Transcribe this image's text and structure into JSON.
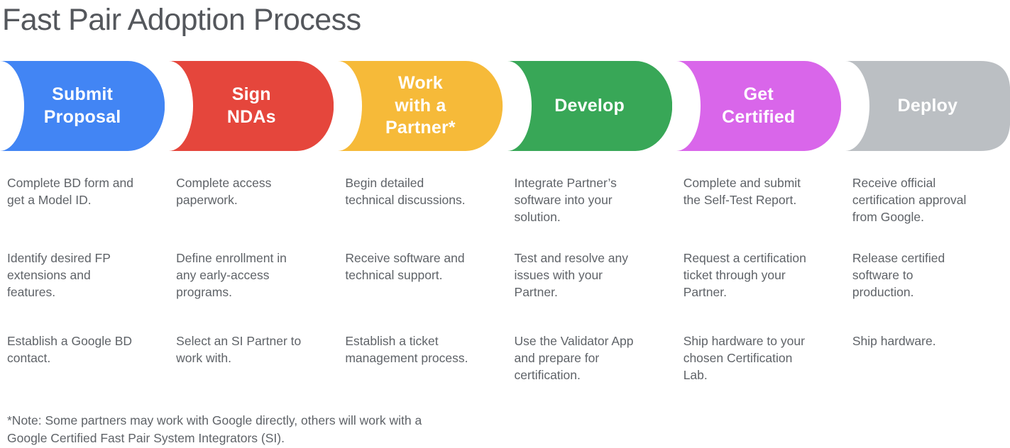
{
  "title": "Fast Pair Adoption Process",
  "colors": {
    "background": "#FFFFFF",
    "title_text": "#54575C",
    "body_text": "#5F6368",
    "stage_label_text": "#FFFFFF"
  },
  "note": "*Note: Some partners may work with Google directly, others will work with a\nGoogle Certified Fast Pair System Integrators (SI).",
  "stages": [
    {
      "name": "Submit Proposal",
      "label": "Submit\nProposal",
      "color": "#4285F4",
      "items": [
        "Complete BD form and\nget a Model ID.",
        "Identify desired FP\nextensions and\nfeatures.",
        "Establish a Google BD\ncontact."
      ]
    },
    {
      "name": "Sign NDAs",
      "label": "Sign\nNDAs",
      "color": "#E5463C",
      "items": [
        "Complete access\npaperwork.",
        "Define enrollment in\nany early-access\nprograms.",
        "Select an SI Partner to\nwork with."
      ]
    },
    {
      "name": "Work with a Partner",
      "label": "Work\nwith a\nPartner*",
      "color": "#F6BA39",
      "items": [
        "Begin detailed\ntechnical discussions.",
        "Receive software and\ntechnical support.",
        "Establish a ticket\nmanagement process."
      ]
    },
    {
      "name": "Develop",
      "label": "Develop",
      "color": "#38A757",
      "items": [
        "Integrate Partner’s\nsoftware into your\nsolution.",
        "Test and resolve any\nissues with your\nPartner.",
        "Use the Validator App\nand prepare for\ncertification."
      ]
    },
    {
      "name": "Get Certified",
      "label": "Get\nCertified",
      "color": "#D966EA",
      "items": [
        "Complete and submit\nthe Self-Test Report.",
        "Request a certification\nticket through your\nPartner.",
        "Ship hardware to your\nchosen Certification\nLab."
      ]
    },
    {
      "name": "Deploy",
      "label": "Deploy",
      "color": "#BBBFC3",
      "items": [
        "Receive official\ncertification approval\nfrom Google.",
        "Release certified\nsoftware to\nproduction.",
        "Ship hardware."
      ]
    }
  ]
}
